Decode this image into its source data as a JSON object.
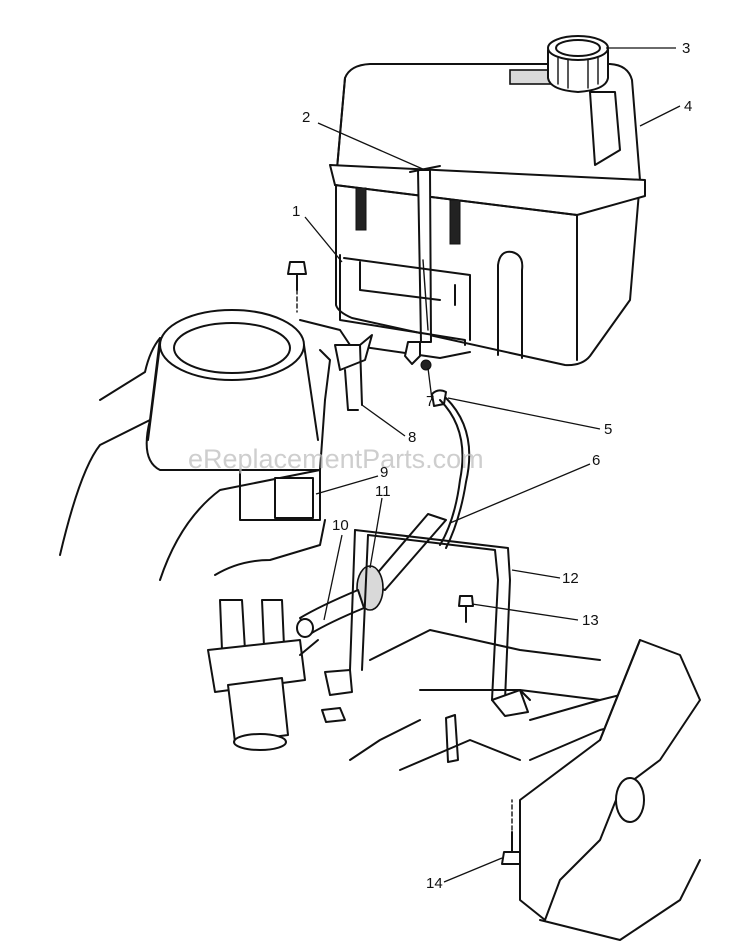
{
  "watermark": "eReplacementParts.com",
  "callouts": {
    "c1": "1",
    "c2": "2",
    "c3": "3",
    "c4": "4",
    "c5": "5",
    "c6": "6",
    "c7": "7",
    "c8": "8",
    "c9": "9",
    "c10": "10",
    "c11": "11",
    "c12": "12",
    "c13": "13",
    "c14": "14"
  }
}
